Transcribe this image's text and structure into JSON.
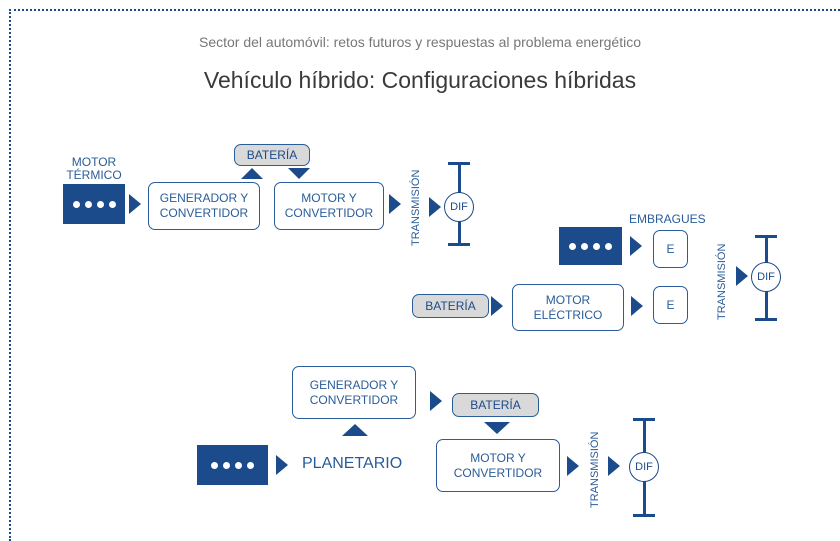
{
  "header": {
    "subtitle": "Sector del automóvil: retos futuros y respuestas al problema energético",
    "title": "Vehículo híbrido: Configuraciones híbridas"
  },
  "colors": {
    "primary": "#1b4b8a",
    "battery_fill": "#d9d9d9"
  },
  "series_config": {
    "engine_label_line1": "MOTOR",
    "engine_label_line2": "TÉRMICO",
    "battery": "BATERÍA",
    "generator_line1": "GENERADOR Y",
    "generator_line2": "CONVERTIDOR",
    "motor_line1": "MOTOR Y",
    "motor_line2": "CONVERTIDOR",
    "transmission": "TRANSMISIÓN",
    "dif": "DIF"
  },
  "parallel_config": {
    "clutches_label": "EMBRAGUES",
    "clutch_e": "E",
    "battery": "BATERÍA",
    "motor_line1": "MOTOR",
    "motor_line2": "ELÉCTRICO",
    "transmission": "TRANSMISIÓN",
    "dif": "DIF"
  },
  "combined_config": {
    "generator_line1": "GENERADOR Y",
    "generator_line2": "CONVERTIDOR",
    "battery": "BATERÍA",
    "planetary": "PLANETARIO",
    "motor_line1": "MOTOR Y",
    "motor_line2": "CONVERTIDOR",
    "transmission": "TRANSMISIÓN",
    "dif": "DIF"
  }
}
